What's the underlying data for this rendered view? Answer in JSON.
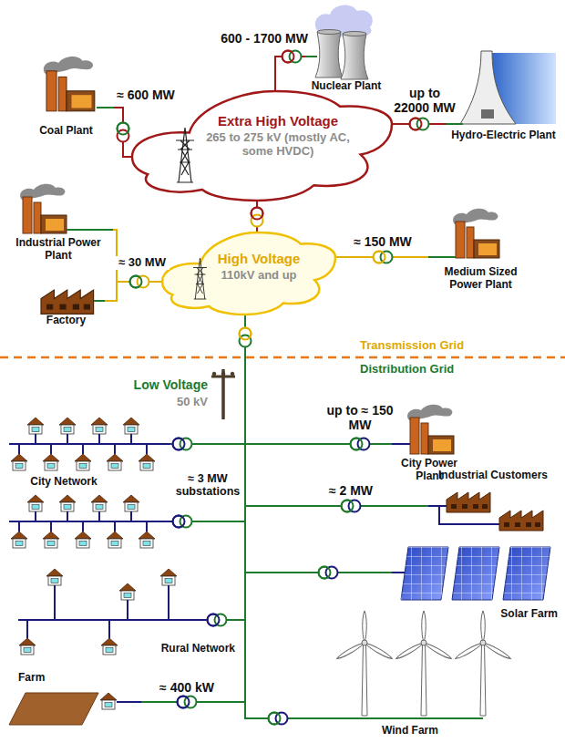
{
  "diagram": {
    "nodes": [
      {
        "text": [
          "Coal Plant"
        ]
      },
      {
        "text": [
          "Nuclear Plant"
        ]
      },
      {
        "text": [
          "Hydro-Electric Plant"
        ]
      },
      {
        "text": [
          "Extra High Voltage",
          "265 to 275 kV (mostly AC, some HVDC)"
        ]
      },
      {
        "text": [
          "Industrial Power Plant"
        ]
      },
      {
        "text": [
          "High Voltage",
          "110kV and up"
        ]
      },
      {
        "text": [
          "Medium Sized Power Plant"
        ]
      },
      {
        "text": [
          "Factory"
        ]
      },
      {
        "text": [
          "City Network"
        ]
      },
      {
        "text": [
          "City Power Plant"
        ]
      },
      {
        "text": [
          "Industrial Customers"
        ]
      },
      {
        "text": [
          "Solar Farm"
        ]
      },
      {
        "text": [
          "Rural Network"
        ]
      },
      {
        "text": [
          "Farm"
        ]
      },
      {
        "text": [
          "Wind Farm"
        ]
      }
    ],
    "edges": [
      {
        "from": 0,
        "to": 3,
        "label": "≈ 600 MW",
        "arrow": "none"
      },
      {
        "from": 1,
        "to": 3,
        "label": "600 - 1700 MW",
        "arrow": "none"
      },
      {
        "from": 2,
        "to": 3,
        "label": "up to 22000 MW",
        "arrow": "none"
      },
      {
        "from": 3,
        "to": 5,
        "arrow": "none"
      },
      {
        "from": 4,
        "to": 5,
        "label": "≈ 30 MW",
        "arrow": "none"
      },
      {
        "from": 5,
        "to": 7,
        "arrow": "none"
      },
      {
        "from": 6,
        "to": 5,
        "label": "≈ 150 MW",
        "arrow": "none"
      },
      {
        "from": 5,
        "to": 8,
        "label": "≈ 3 MW substations",
        "arrow": "none"
      },
      {
        "from": 5,
        "to": 9,
        "label": "up to ≈ 150 MW",
        "arrow": "none"
      },
      {
        "from": 5,
        "to": 10,
        "label": "≈ 2 MW",
        "arrow": "none"
      },
      {
        "from": 5,
        "to": 11,
        "arrow": "none"
      },
      {
        "from": 5,
        "to": 12,
        "arrow": "none"
      },
      {
        "from": 5,
        "to": 13,
        "label": "≈ 400 kW",
        "arrow": "none"
      },
      {
        "from": 5,
        "to": 14,
        "arrow": "none"
      }
    ],
    "labels": [
      "Transmission Grid",
      "Distribution Grid",
      "Low Voltage",
      "50 kV"
    ]
  }
}
